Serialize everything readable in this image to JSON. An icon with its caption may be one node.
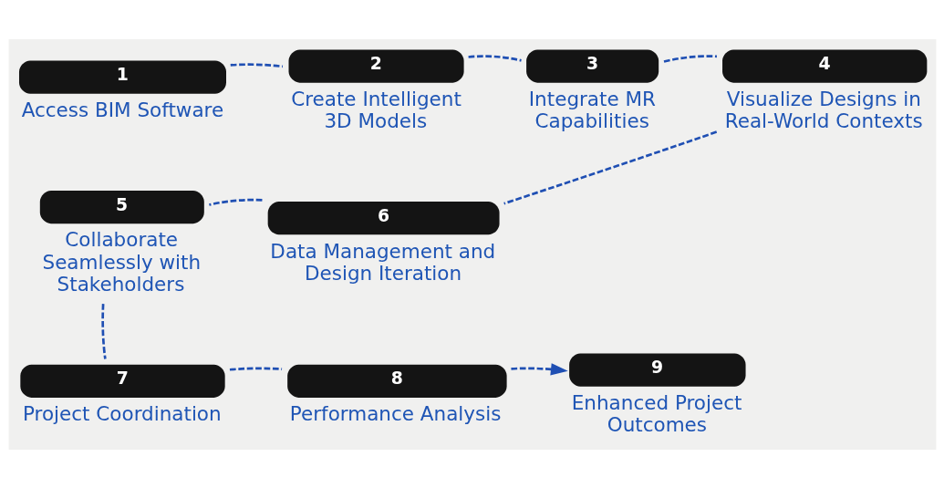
{
  "diagram": {
    "nodes": [
      {
        "text": [
          "1",
          "Access BIM Software"
        ]
      },
      {
        "text": [
          "2",
          "Create Intelligent 3D Models"
        ]
      },
      {
        "text": [
          "3",
          "Integrate MR Capabilities"
        ]
      },
      {
        "text": [
          "4",
          "Visualize Designs in Real-World Contexts"
        ]
      },
      {
        "text": [
          "5",
          "Collaborate Seamlessly with Stakeholders"
        ]
      },
      {
        "text": [
          "6",
          "Data Management and Design Iteration"
        ]
      },
      {
        "text": [
          "7",
          "Project Coordination"
        ]
      },
      {
        "text": [
          "8",
          "Performance Analysis"
        ]
      },
      {
        "text": [
          "9",
          "Enhanced Project Outcomes"
        ]
      }
    ],
    "edges": [
      {
        "from": 0,
        "to": 1,
        "arrow": "none",
        "style": "dashed"
      },
      {
        "from": 1,
        "to": 2,
        "arrow": "none",
        "style": "dashed"
      },
      {
        "from": 2,
        "to": 3,
        "arrow": "none",
        "style": "dashed"
      },
      {
        "from": 3,
        "to": 5,
        "arrow": "none",
        "style": "dashed"
      },
      {
        "from": 5,
        "to": 4,
        "arrow": "none",
        "style": "dashed"
      },
      {
        "from": 4,
        "to": 6,
        "arrow": "none",
        "style": "dashed"
      },
      {
        "from": 6,
        "to": 7,
        "arrow": "none",
        "style": "dashed"
      },
      {
        "from": 7,
        "to": 8,
        "arrow": "to",
        "style": "dashed"
      }
    ]
  }
}
